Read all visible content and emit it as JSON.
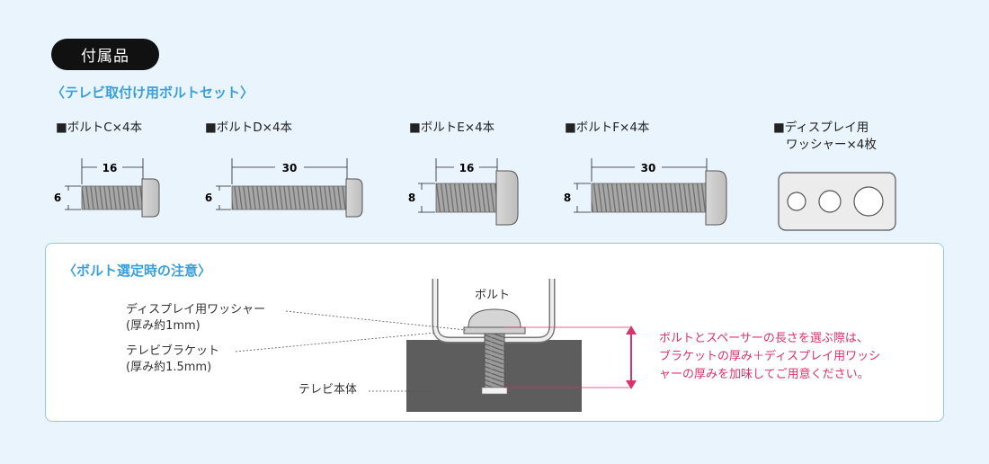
{
  "header": {
    "badge": "付属品"
  },
  "set_title": "〈テレビ取付け用ボルトセット〉",
  "parts": [
    {
      "label": "■ボルトC×4本",
      "length": "16",
      "diameter": "6"
    },
    {
      "label": "■ボルトD×4本",
      "length": "30",
      "diameter": "6"
    },
    {
      "label": "■ボルトE×4本",
      "length": "16",
      "diameter": "8"
    },
    {
      "label": "■ボルトF×4本",
      "length": "30",
      "diameter": "8"
    }
  ],
  "washer": {
    "label_line1": "■ディスプレイ用",
    "label_line2": "ワッシャー×4枚"
  },
  "caution": {
    "title": "〈ボルト選定時の注意〉",
    "bolt_label": "ボルト",
    "washer_label": "ディスプレイ用ワッシャー",
    "washer_thickness": "(厚み約1mm)",
    "bracket_label": "テレビブラケット",
    "bracket_thickness": "(厚み約1.5mm)",
    "tv_label": "テレビ本体",
    "note_lines": [
      "ボルトとスペーサーの長さを選ぶ際は、",
      "ブラケットの厚み＋ディスプレイ用ワッシ",
      "ャーの厚みを加味してご用意ください。"
    ],
    "accent_color": "#d8336a"
  }
}
